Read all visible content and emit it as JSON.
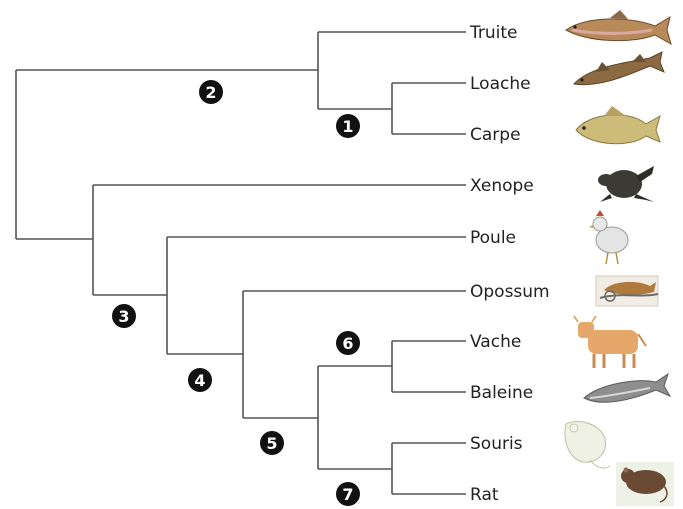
{
  "taxa": [
    {
      "id": "truite",
      "label": "Truite",
      "icon": "trout-icon"
    },
    {
      "id": "loache",
      "label": "Loache",
      "icon": "loach-icon"
    },
    {
      "id": "carpe",
      "label": "Carpe",
      "icon": "carp-icon"
    },
    {
      "id": "xenope",
      "label": "Xenope",
      "icon": "frog-icon"
    },
    {
      "id": "poule",
      "label": "Poule",
      "icon": "chicken-icon"
    },
    {
      "id": "opossum",
      "label": "Opossum",
      "icon": "opossum-icon"
    },
    {
      "id": "vache",
      "label": "Vache",
      "icon": "cow-icon"
    },
    {
      "id": "baleine",
      "label": "Baleine",
      "icon": "whale-icon"
    },
    {
      "id": "souris",
      "label": "Souris",
      "icon": "mouse-icon"
    },
    {
      "id": "rat",
      "label": "Rat",
      "icon": "rat-icon"
    }
  ],
  "nodes": [
    {
      "label": "1"
    },
    {
      "label": "2"
    },
    {
      "label": "3"
    },
    {
      "label": "4"
    },
    {
      "label": "5"
    },
    {
      "label": "6"
    },
    {
      "label": "7"
    }
  ],
  "colors": {
    "line": "#555555",
    "node_fill": "#111111",
    "label": "#222222"
  }
}
